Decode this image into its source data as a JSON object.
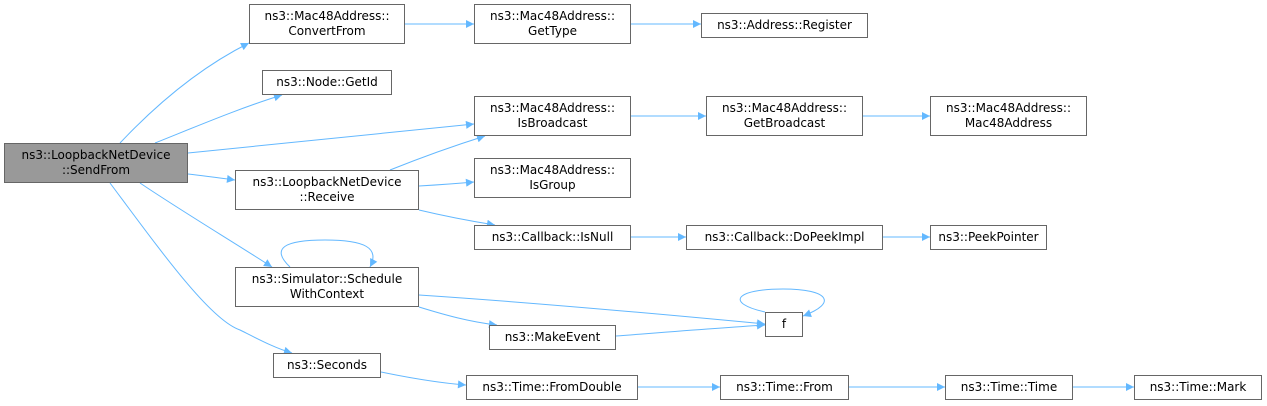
{
  "colors": {
    "edge": "#63b8ff",
    "node_border": "#666666",
    "root_fill": "#999999",
    "node_fill": "#ffffff"
  },
  "nodes": {
    "root": {
      "lines": [
        "ns3::LoopbackNetDevice",
        "::SendFrom"
      ]
    },
    "convertFrom": {
      "lines": [
        "ns3::Mac48Address::",
        "ConvertFrom"
      ]
    },
    "getType": {
      "lines": [
        "ns3::Mac48Address::",
        "GetType"
      ]
    },
    "register": {
      "lines": [
        "ns3::Address::Register"
      ]
    },
    "getId": {
      "lines": [
        "ns3::Node::GetId"
      ]
    },
    "isBroadcast": {
      "lines": [
        "ns3::Mac48Address::",
        "IsBroadcast"
      ]
    },
    "getBroadcast": {
      "lines": [
        "ns3::Mac48Address::",
        "GetBroadcast"
      ]
    },
    "mac48Address": {
      "lines": [
        "ns3::Mac48Address::",
        "Mac48Address"
      ]
    },
    "receive": {
      "lines": [
        "ns3::LoopbackNetDevice",
        "::Receive"
      ]
    },
    "isGroup": {
      "lines": [
        "ns3::Mac48Address::",
        "IsGroup"
      ]
    },
    "isNull": {
      "lines": [
        "ns3::Callback::IsNull"
      ]
    },
    "doPeekImpl": {
      "lines": [
        "ns3::Callback::DoPeekImpl"
      ]
    },
    "peekPointer": {
      "lines": [
        "ns3::PeekPointer"
      ]
    },
    "scheduleWithCtx": {
      "lines": [
        "ns3::Simulator::Schedule",
        "WithContext"
      ]
    },
    "f": {
      "lines": [
        "f"
      ]
    },
    "makeEvent": {
      "lines": [
        "ns3::MakeEvent"
      ]
    },
    "seconds": {
      "lines": [
        "ns3::Seconds"
      ]
    },
    "fromDouble": {
      "lines": [
        "ns3::Time::FromDouble"
      ]
    },
    "from": {
      "lines": [
        "ns3::Time::From"
      ]
    },
    "timeTime": {
      "lines": [
        "ns3::Time::Time"
      ]
    },
    "mark": {
      "lines": [
        "ns3::Time::Mark"
      ]
    }
  },
  "edges": [
    [
      "root",
      "convertFrom"
    ],
    [
      "root",
      "getId"
    ],
    [
      "root",
      "isBroadcast"
    ],
    [
      "root",
      "receive"
    ],
    [
      "root",
      "scheduleWithCtx"
    ],
    [
      "root",
      "seconds"
    ],
    [
      "convertFrom",
      "getType"
    ],
    [
      "getType",
      "register"
    ],
    [
      "isBroadcast",
      "getBroadcast"
    ],
    [
      "getBroadcast",
      "mac48Address"
    ],
    [
      "receive",
      "isBroadcast"
    ],
    [
      "receive",
      "isGroup"
    ],
    [
      "receive",
      "isNull"
    ],
    [
      "isNull",
      "doPeekImpl"
    ],
    [
      "doPeekImpl",
      "peekPointer"
    ],
    [
      "scheduleWithCtx",
      "scheduleWithCtx"
    ],
    [
      "scheduleWithCtx",
      "f"
    ],
    [
      "scheduleWithCtx",
      "makeEvent"
    ],
    [
      "makeEvent",
      "f"
    ],
    [
      "f",
      "f"
    ],
    [
      "seconds",
      "fromDouble"
    ],
    [
      "fromDouble",
      "from"
    ],
    [
      "from",
      "timeTime"
    ],
    [
      "timeTime",
      "mark"
    ]
  ]
}
